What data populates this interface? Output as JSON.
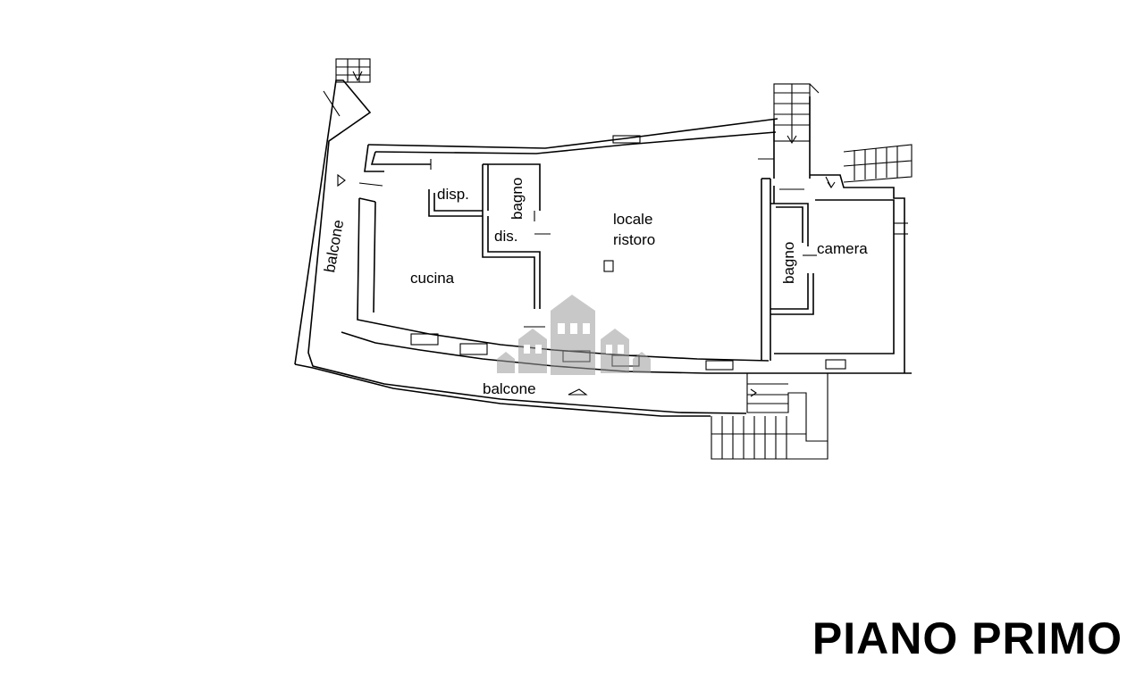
{
  "title": "PIANO PRIMO",
  "rooms": {
    "balcone_west": "balcone",
    "disp": "disp.",
    "bagno_center": "bagno",
    "dis": "dis.",
    "locale": "locale",
    "ristoro": "ristoro",
    "cucina": "cucina",
    "bagno_east": "bagno",
    "camera": "camera",
    "balcone_south": "balcone"
  }
}
